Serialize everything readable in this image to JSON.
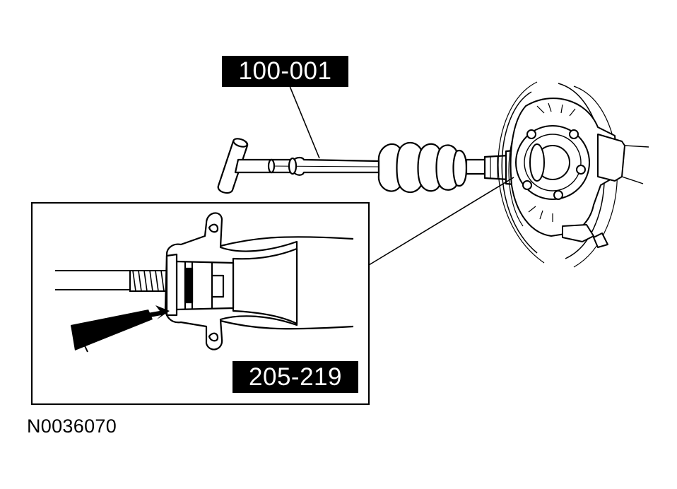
{
  "callouts": {
    "slide_hammer": "100-001",
    "bearing_remover": "205-219"
  },
  "figure_id": "N0036070",
  "colors": {
    "ink": "#000000",
    "paper": "#ffffff"
  }
}
